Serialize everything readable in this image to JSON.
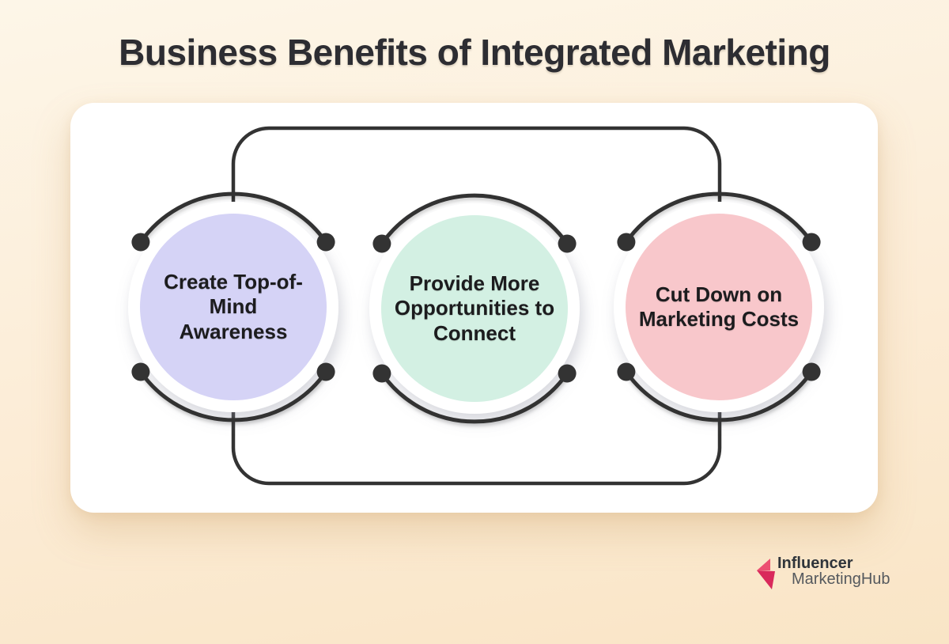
{
  "title": "Business Benefits of Integrated Marketing",
  "diagram": {
    "stroke_color": "#333333",
    "items": [
      {
        "label": "Create Top-of-Mind Awareness",
        "color": "#d5d3f6"
      },
      {
        "label": "Provide More Opportunities to Connect",
        "color": "#d3f0e3"
      },
      {
        "label": "Cut Down on Marketing Costs",
        "color": "#f8c7cb"
      }
    ]
  },
  "logo": {
    "line1": "Influencer",
    "line2": "MarketingHub",
    "mark_light": "#ec4f71",
    "mark_dark": "#d9295b"
  }
}
